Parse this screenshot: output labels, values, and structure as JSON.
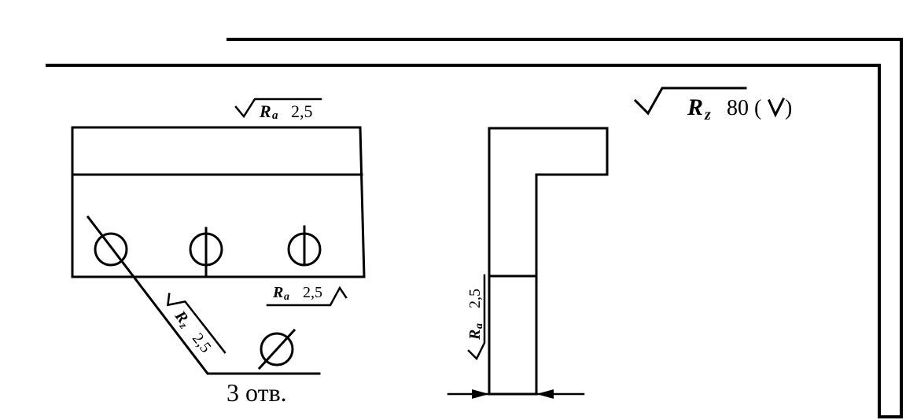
{
  "drawing": {
    "general_roughness": {
      "symbol": "R",
      "subscript": "z",
      "value": "80 (",
      "tail": ")"
    },
    "left_part": {
      "top_roughness": {
        "symbol": "R",
        "subscript": "a",
        "value": "2,5"
      },
      "bottom_roughness": {
        "symbol": "R",
        "subscript": "a",
        "value": "2,5"
      },
      "hole_roughness": {
        "symbol": "R",
        "subscript": "z",
        "value": "2,5"
      },
      "hole_note": "3 отв.",
      "diameter_symbol": "⌀"
    },
    "right_part": {
      "side_roughness": {
        "symbol": "R",
        "subscript": "a",
        "value": "2,5"
      }
    }
  }
}
